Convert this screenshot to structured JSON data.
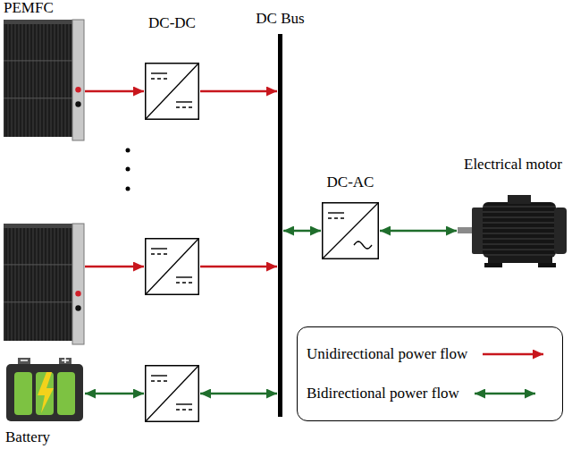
{
  "diagram": {
    "nodes": [
      {
        "text": [
          "PEMFC"
        ]
      },
      {
        "text": [
          "DC-DC"
        ]
      },
      {
        "text": [
          "DC Bus"
        ]
      },
      {
        "text": []
      },
      {
        "text": []
      },
      {
        "text": [
          "Battery"
        ]
      },
      {
        "text": []
      },
      {
        "text": [
          "DC-AC"
        ]
      },
      {
        "text": [
          "Electrical motor"
        ]
      }
    ],
    "edges": [
      {
        "from": 0,
        "to": 1,
        "arrow": "to"
      },
      {
        "from": 1,
        "to": 2,
        "arrow": "to"
      },
      {
        "from": 3,
        "to": 4,
        "arrow": "to"
      },
      {
        "from": 4,
        "to": 2,
        "arrow": "to"
      },
      {
        "from": 5,
        "to": 6,
        "arrow": "both"
      },
      {
        "from": 6,
        "to": 2,
        "arrow": "both"
      },
      {
        "from": 2,
        "to": 7,
        "arrow": "both"
      },
      {
        "from": 7,
        "to": 8,
        "arrow": "both"
      }
    ],
    "legend": [
      {
        "text": "Unidirectional power flow"
      },
      {
        "text": "Bidirectional power flow"
      }
    ]
  }
}
